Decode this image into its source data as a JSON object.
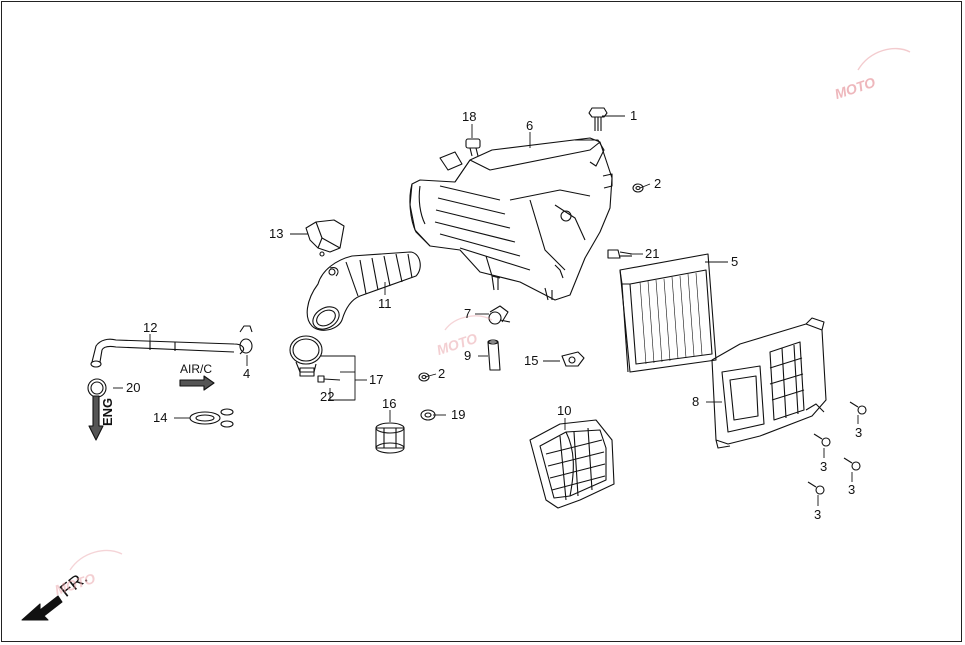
{
  "callouts": [
    "1",
    "2",
    "3",
    "4",
    "5",
    "6",
    "7",
    "8",
    "9",
    "10",
    "11",
    "12",
    "13",
    "14",
    "15",
    "16",
    "17",
    "18",
    "19",
    "20",
    "21",
    "22"
  ],
  "labels": {
    "c1": "1",
    "c2a": "2",
    "c2b": "2",
    "c3a": "3",
    "c3b": "3",
    "c3c": "3",
    "c3d": "3",
    "c4": "4",
    "c5": "5",
    "c6": "6",
    "c7": "7",
    "c8": "8",
    "c9": "9",
    "c10": "10",
    "c11": "11",
    "c12": "12",
    "c13": "13",
    "c14": "14",
    "c15": "15",
    "c16": "16",
    "c17": "17",
    "c18": "18",
    "c19": "19",
    "c20": "20",
    "c21": "21",
    "c22": "22"
  },
  "directions": {
    "air_c": "AIR/C",
    "eng": "ENG",
    "front": "FR."
  },
  "watermark": "MOTO",
  "colors": {
    "ink": "#111111",
    "watermark": "#e07080"
  }
}
